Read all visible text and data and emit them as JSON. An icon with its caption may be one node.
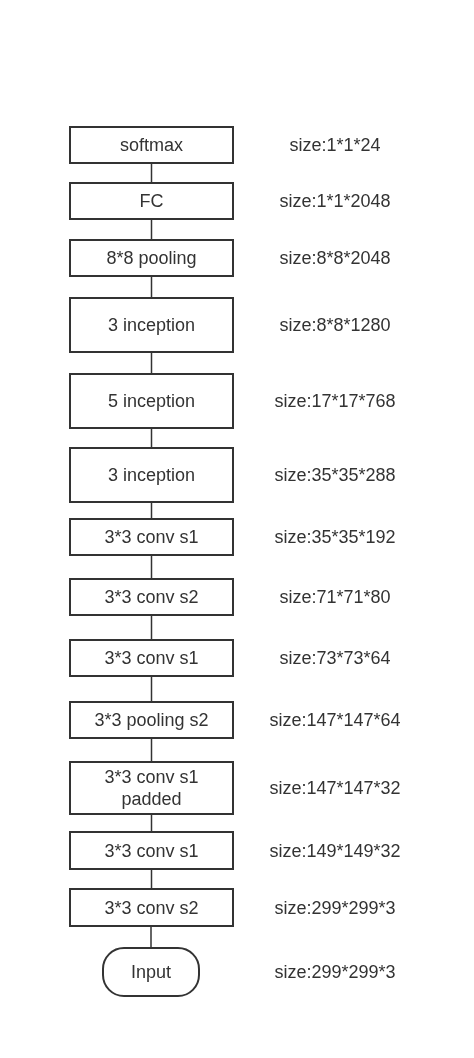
{
  "diagram": {
    "nodes": [
      {
        "text": [
          "softmax"
        ],
        "beside": [
          "size:1*1*24"
        ]
      },
      {
        "text": [
          "FC"
        ],
        "beside": [
          "size:1*1*2048"
        ]
      },
      {
        "text": [
          "8*8 pooling"
        ],
        "beside": [
          "size:8*8*2048"
        ]
      },
      {
        "text": [
          "3 inception"
        ],
        "beside": [
          "size:8*8*1280"
        ]
      },
      {
        "text": [
          "5 inception"
        ],
        "beside": [
          "size:17*17*768"
        ]
      },
      {
        "text": [
          "3 inception"
        ],
        "beside": [
          "size:35*35*288"
        ]
      },
      {
        "text": [
          "3*3 conv s1"
        ],
        "beside": [
          "size:35*35*192"
        ]
      },
      {
        "text": [
          "3*3 conv s2"
        ],
        "beside": [
          "size:71*71*80"
        ]
      },
      {
        "text": [
          "3*3 conv s1"
        ],
        "beside": [
          "size:73*73*64"
        ]
      },
      {
        "text": [
          "3*3 pooling s2"
        ],
        "beside": [
          "size:147*147*64"
        ]
      },
      {
        "text": [
          "3*3 conv s1 padded"
        ],
        "beside": [
          "size:147*147*32"
        ]
      },
      {
        "text": [
          "3*3 conv s1"
        ],
        "beside": [
          "size:149*149*32"
        ]
      },
      {
        "text": [
          "3*3 conv s2"
        ],
        "beside": [
          "size:299*299*3"
        ]
      },
      {
        "text": [
          "Input"
        ]
      }
    ],
    "labels": [
      "size:299*299*3"
    ],
    "edges": [
      {
        "from": 1,
        "to": 0,
        "arrow": "none"
      },
      {
        "from": 2,
        "to": 1,
        "arrow": "none"
      },
      {
        "from": 3,
        "to": 2,
        "arrow": "none"
      },
      {
        "from": 4,
        "to": 3,
        "arrow": "none"
      },
      {
        "from": 5,
        "to": 4,
        "arrow": "none"
      },
      {
        "from": 6,
        "to": 5,
        "arrow": "none"
      },
      {
        "from": 7,
        "to": 6,
        "arrow": "none"
      },
      {
        "from": 8,
        "to": 7,
        "arrow": "none"
      },
      {
        "from": 9,
        "to": 8,
        "arrow": "none"
      },
      {
        "from": 10,
        "to": 9,
        "arrow": "none"
      },
      {
        "from": 11,
        "to": 10,
        "arrow": "none"
      },
      {
        "from": 12,
        "to": 11,
        "arrow": "none"
      },
      {
        "from": 13,
        "to": 12,
        "arrow": "none"
      }
    ]
  }
}
